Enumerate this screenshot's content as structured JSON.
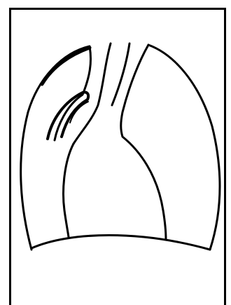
{
  "diagram": {
    "ink_color": "#000000",
    "background_color": "#ffffff",
    "parts": [
      "left-lung-outline",
      "right-lung-outline",
      "heart-outline",
      "aorta-outline",
      "hilum-detail",
      "diaphragm-line"
    ]
  }
}
